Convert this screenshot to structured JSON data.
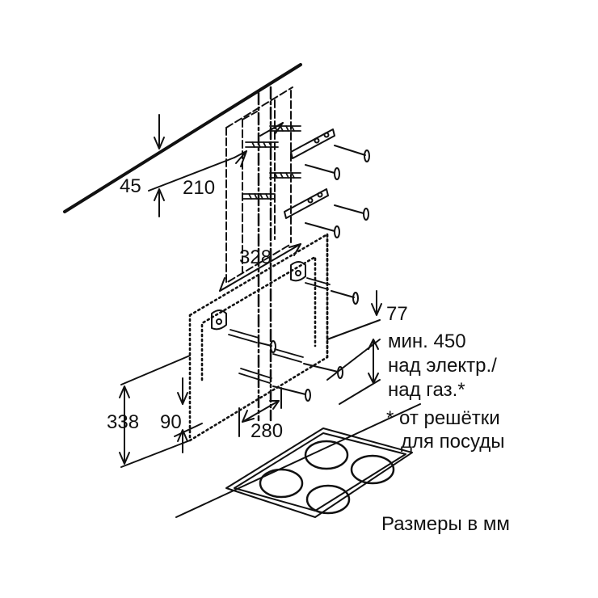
{
  "dimensions": {
    "d45": "45",
    "d210": "210",
    "d328": "328",
    "d77": "77",
    "d338": "338",
    "d90": "90",
    "d280": "280"
  },
  "note": {
    "line1": "мин. 450",
    "line2": "над электр./",
    "line3": "над газ.*",
    "footnote1": "* от решётки",
    "footnote2": "для посуды"
  },
  "caption": "Размеры в мм",
  "colors": {
    "ink": "#111111",
    "background": "#ffffff"
  }
}
